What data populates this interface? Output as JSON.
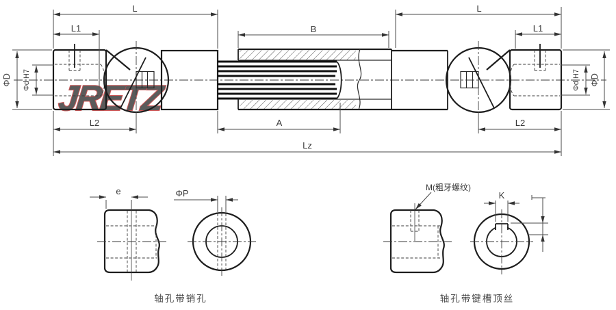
{
  "logo": {
    "text": "JRETZ"
  },
  "colors": {
    "logo_fill": "#ee8383",
    "logo_stroke": "#c42f2f"
  },
  "main_drawing": {
    "dims": {
      "l_left": "L",
      "l1_left": "L1",
      "b": "B",
      "l_right": "L",
      "l1_right": "L1",
      "phiD_left": "ΦD",
      "phid_left": "Φd H7",
      "phiD_right": "ΦD",
      "phid_right": "Φd H7",
      "l2_left": "L2",
      "a": "A",
      "l2_right": "L2",
      "lz": "Lz"
    }
  },
  "detail_left": {
    "dim_e": "e",
    "dim_phiP": "ΦP",
    "caption": "轴孔带销孔"
  },
  "detail_right": {
    "dim_m": "M(粗牙螺纹)",
    "dim_k": "K",
    "caption": "轴孔带键槽顶丝"
  }
}
